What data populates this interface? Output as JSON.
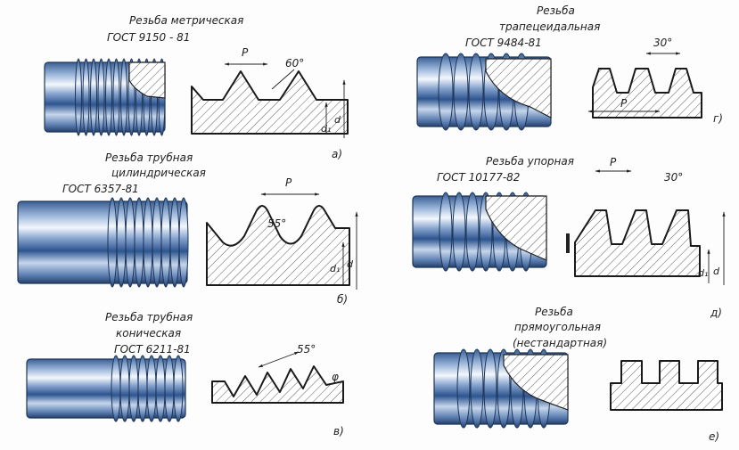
{
  "panels": {
    "metric": {
      "title": "Резьба  метрическая",
      "standard": "ГОСТ 9150 - 81",
      "pitch": "P",
      "angle": "60°",
      "d1": "d₁",
      "d": "d",
      "label": "а)"
    },
    "pipe_cyl": {
      "title1": "Резьба     трубная",
      "title2": "цилиндрическая",
      "standard": "ГОСТ 6357-81",
      "pitch": "P",
      "angle": "55°",
      "d1": "d₁",
      "d": "d",
      "label": "б)"
    },
    "pipe_con": {
      "title1": "Резьба     трубная",
      "title2": "коническая",
      "standard": "ГОСТ 6211-81",
      "angle": "55°",
      "phi": "φ",
      "label": "в)"
    },
    "trapez": {
      "title1": "Резьба",
      "title2": "трапецеидальная",
      "standard": "ГОСТ 9484-81",
      "pitch": "P",
      "angle": "30°",
      "label": "г)"
    },
    "buttress": {
      "title": "Резьба  упорная",
      "standard": "ГОСТ 10177-82",
      "pitch": "P",
      "angle": "30°",
      "d1": "d₁",
      "d": "d",
      "label": "д)"
    },
    "square": {
      "title1": "Резьба",
      "title2": "прямоугольная",
      "title3": "(нестандартная)",
      "label": "е)"
    }
  }
}
